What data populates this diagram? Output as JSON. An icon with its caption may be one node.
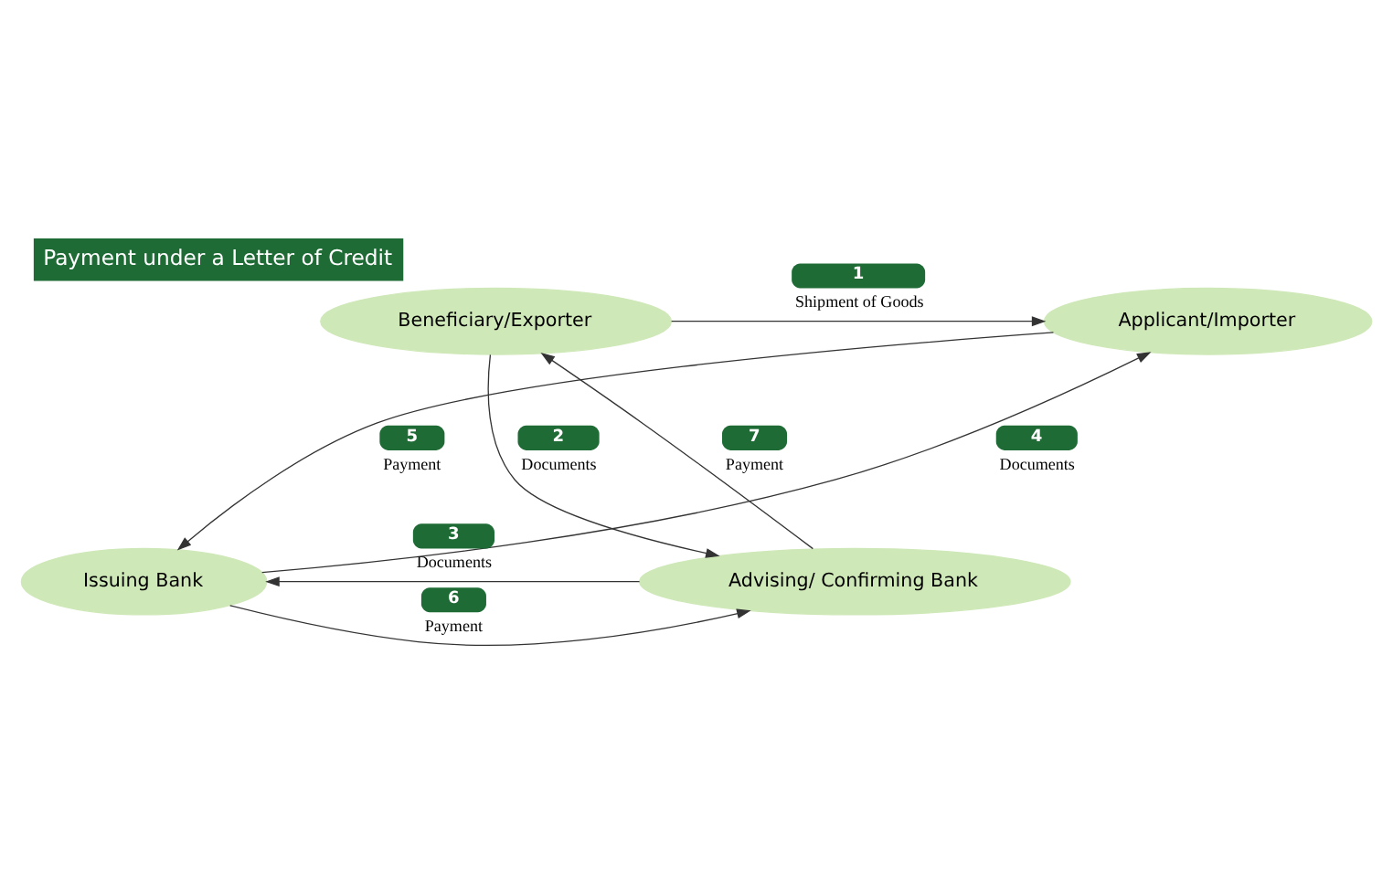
{
  "diagram": {
    "title": "Payment under a Letter of Credit",
    "nodes": [
      {
        "text": [
          "Applicant/Importer"
        ]
      },
      {
        "text": [
          "Beneficiary/Exporter"
        ]
      },
      {
        "text": [
          "Issuing Bank"
        ]
      },
      {
        "text": [
          "Advising/ Confirming Bank"
        ]
      }
    ],
    "edges": [
      {
        "from": 1,
        "to": 0,
        "arrow": "to",
        "label": "1 Shipment of Goods"
      },
      {
        "from": 1,
        "to": 3,
        "arrow": "to",
        "label": "2 Documents"
      },
      {
        "from": 3,
        "to": 2,
        "arrow": "to",
        "label": "3 Documents"
      },
      {
        "from": 2,
        "to": 0,
        "arrow": "to",
        "label": "4 Documents"
      },
      {
        "from": 0,
        "to": 2,
        "arrow": "to",
        "label": "5 Payment"
      },
      {
        "from": 2,
        "to": 3,
        "arrow": "to",
        "label": "6 Payment"
      },
      {
        "from": 3,
        "to": 1,
        "arrow": "to",
        "label": "7 Payment"
      }
    ]
  }
}
